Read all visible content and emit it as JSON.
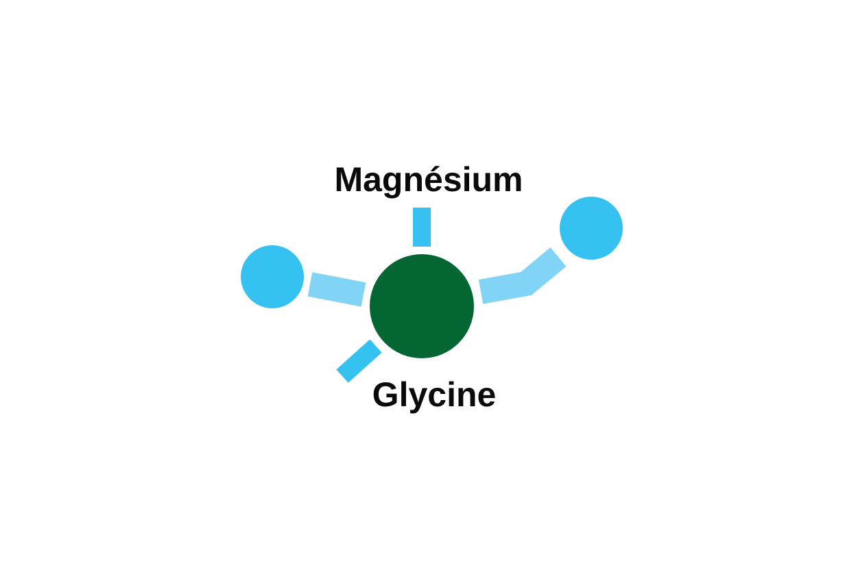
{
  "labels": {
    "top": "Magnésium",
    "bottom": "Glycine"
  },
  "colors": {
    "background": "#ffffff",
    "center_atom": "#046633",
    "outer_atom": "#35c2f0",
    "bond_light": "#82d4f6",
    "bond_dark": "#35c2f0",
    "text": "#0a0a0a"
  },
  "icons": {
    "center": "central-atom-circle",
    "outer": "outer-atom-circle"
  }
}
